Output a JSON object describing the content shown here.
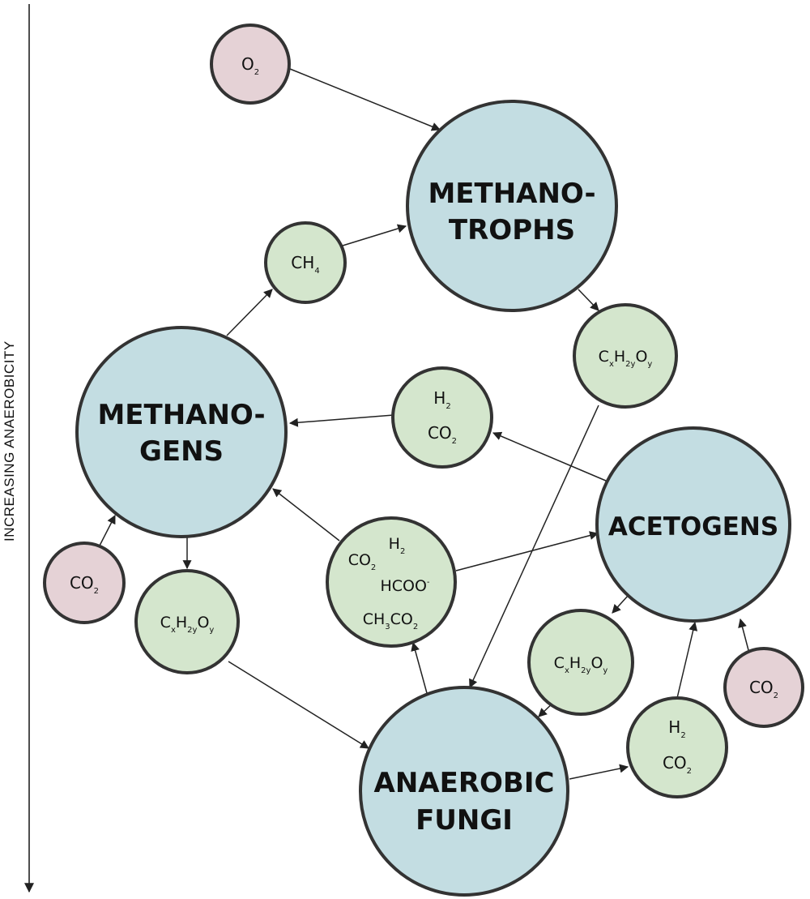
{
  "colors": {
    "organism": "#c3dde2",
    "metabolite": "#d4e6cd",
    "external": "#e5d2d6",
    "stroke": "#333333",
    "arrow": "#222222"
  },
  "axis": {
    "label": "INCREASING ANAEROBICITY"
  },
  "organisms": {
    "methanotrophs": {
      "line1": "METHANO-",
      "line2": "TROPHS"
    },
    "methanogens": {
      "line1": "METHANO-",
      "line2": "GENS"
    },
    "acetogens": {
      "line1": "ACETOGENS"
    },
    "fungi": {
      "line1": "ANAEROBIC",
      "line2": "FUNGI"
    }
  },
  "metabolites": {
    "o2": "O",
    "sub_2": "2",
    "sub_4": "4",
    "sub_3": "3",
    "ch4": "CH",
    "h2": "H",
    "co2": "CO",
    "c": "C",
    "x": "x",
    "h": "H",
    "two_y": "2y",
    "o": "O",
    "y": "y",
    "hcoo": "HCOO",
    "minus": "-",
    "ch3": "CH",
    "co2_tail": "CO"
  }
}
